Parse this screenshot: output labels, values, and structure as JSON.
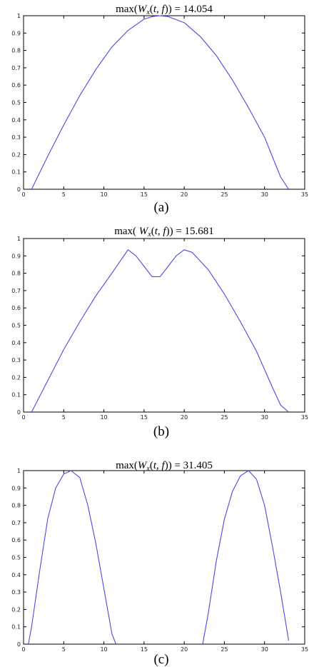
{
  "colors": {
    "line": "#4a4ae0",
    "axis": "#000000",
    "background": "#ffffff"
  },
  "chart_data": [
    {
      "type": "line",
      "title_parts": [
        "max(",
        "W",
        "x",
        "(",
        "t",
        ", ",
        "f",
        ")) = 14.054"
      ],
      "caption": "(a)",
      "xlim": [
        0,
        35
      ],
      "ylim": [
        0,
        1
      ],
      "x_ticks": [
        0,
        5,
        10,
        15,
        20,
        25,
        30,
        35
      ],
      "y_ticks": [
        0,
        0.1,
        0.2,
        0.3,
        0.4,
        0.5,
        0.6,
        0.7,
        0.8,
        0.9,
        1
      ],
      "y_tick_labels": [
        "0",
        "0.1",
        "0.2",
        "0.3",
        "0.4",
        "0.5",
        "0.6",
        "0.7",
        "0.8",
        "0.9",
        "1"
      ],
      "grid": false,
      "series": [
        {
          "x": [
            1,
            3,
            5,
            7,
            9,
            11,
            13,
            15,
            16,
            17,
            18,
            20,
            22,
            24,
            26,
            28,
            30,
            32,
            33
          ],
          "y": [
            0,
            0.19,
            0.37,
            0.54,
            0.69,
            0.82,
            0.915,
            0.98,
            0.995,
            1,
            0.995,
            0.96,
            0.88,
            0.77,
            0.63,
            0.47,
            0.3,
            0.07,
            0.0
          ]
        }
      ]
    },
    {
      "type": "line",
      "title_parts": [
        "max( ",
        "W",
        "x",
        "(",
        "t",
        ", ",
        "f",
        ")) = 15.681"
      ],
      "caption": "(b)",
      "xlim": [
        0,
        35
      ],
      "ylim": [
        0,
        1
      ],
      "x_ticks": [
        0,
        5,
        10,
        15,
        20,
        25,
        30,
        35
      ],
      "y_ticks": [
        0,
        0.1,
        0.2,
        0.3,
        0.4,
        0.5,
        0.6,
        0.7,
        0.8,
        0.9,
        1
      ],
      "y_tick_labels": [
        "0",
        "0.1",
        "0.2",
        "0.3",
        "0.4",
        "0.5",
        "0.6",
        "0.7",
        "0.8",
        "0.9",
        "1"
      ],
      "grid": false,
      "series": [
        {
          "x": [
            1,
            3,
            5,
            7,
            9,
            11,
            13,
            14,
            15,
            16,
            17,
            18,
            19,
            20,
            21,
            23,
            25,
            27,
            29,
            31,
            32,
            33
          ],
          "y": [
            0,
            0.18,
            0.36,
            0.52,
            0.67,
            0.8,
            0.935,
            0.9,
            0.84,
            0.78,
            0.78,
            0.84,
            0.9,
            0.935,
            0.92,
            0.82,
            0.68,
            0.52,
            0.35,
            0.14,
            0.04,
            0.0
          ]
        }
      ]
    },
    {
      "type": "line",
      "title_parts": [
        "max(",
        "W",
        "x",
        "(",
        "t",
        ", ",
        "f",
        ")) = 31.405"
      ],
      "caption": "(c)",
      "xlim": [
        0,
        35
      ],
      "ylim": [
        0,
        1
      ],
      "x_ticks": [
        0,
        5,
        10,
        15,
        20,
        25,
        30,
        35
      ],
      "y_ticks": [
        0,
        0.1,
        0.2,
        0.3,
        0.4,
        0.5,
        0.6,
        0.7,
        0.8,
        0.9,
        1
      ],
      "y_tick_labels": [
        "0",
        "0.1",
        "0.2",
        "0.3",
        "0.4",
        "0.5",
        "0.6",
        "0.7",
        "0.8",
        "0.9",
        "1"
      ],
      "grid": false,
      "series": [
        {
          "x": [
            0.6,
            1,
            2,
            3,
            4,
            5,
            5.9,
            7,
            8,
            9,
            10,
            11,
            11.5
          ],
          "y": [
            0,
            0.1,
            0.42,
            0.72,
            0.9,
            0.98,
            1,
            0.96,
            0.8,
            0.58,
            0.32,
            0.06,
            0
          ]
        },
        {
          "x": [
            22.3,
            23,
            24,
            25,
            26,
            27,
            28,
            29,
            30,
            31,
            32,
            33
          ],
          "y": [
            0,
            0.18,
            0.48,
            0.72,
            0.88,
            0.97,
            1,
            0.95,
            0.8,
            0.56,
            0.3,
            0.02
          ]
        }
      ]
    }
  ]
}
